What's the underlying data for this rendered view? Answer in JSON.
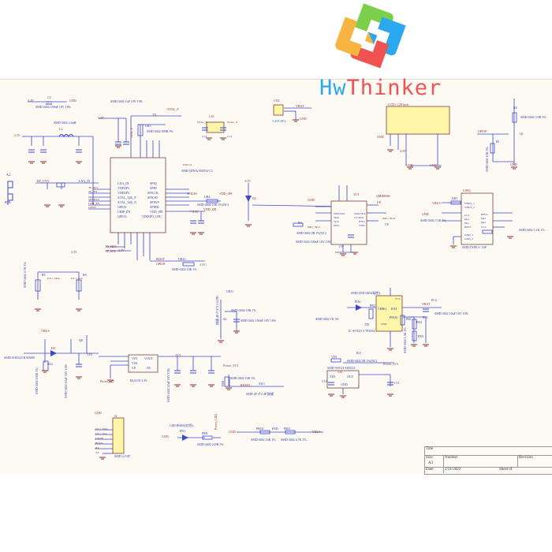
{
  "brand": {
    "part1": "Hw",
    "part2": "Thinker",
    "logo_colors": [
      "#7ccf4a",
      "#2aa8f0",
      "#f05252",
      "#f7b440"
    ]
  },
  "colors": {
    "wire": "#3a48d0",
    "label": "#8c2a2a",
    "part_fill": "#fff6a8",
    "sheet": "#fdfaf4"
  },
  "title_block": {
    "title_label": "Title",
    "size_label": "Size",
    "size_value": "A3",
    "number_label": "Number",
    "revision_label": "Revision",
    "date_label": "Date",
    "date_value": "2/21/2023",
    "sheet_label": "Sheet   of"
  },
  "labels": {
    "c2": "C2",
    "c2_val": "SMD 0402 100nF 10V 10%",
    "v33_a": "3.3V",
    "gnd_a": "GND",
    "l2": "L2",
    "l2_val": "SMD 0402 2.0nH",
    "v33_b": "3.3V",
    "c_top": "SMD 0402 1uF 10V 10%",
    "v33_c": "3.3V",
    "a2": "A2",
    "pcb": "PCB",
    "rf_lna": "RF_LNA",
    "r_lna": "LNA_IN",
    "tp_rst": "TP_RST",
    "tp_int": "TP_INT",
    "spimiso": "SPIMISO",
    "chip_en": "CHIP_EN",
    "gpio3": "GPIO3",
    "xtal_p": "XTAL_P",
    "xtal_n": "XTAL_N",
    "tx": "TX",
    "ur3": "UR3",
    "ur3_val": "SMD 0402 499R 5%",
    "cs1": "CS1",
    "xtal_p2": "XTAL_P",
    "xtal_n2": "XTAL_N",
    "cc1": "CC1",
    "cc2": "CC2",
    "esp_ref": "ESP-U1",
    "esp_part": "SMD QFN32  ESP32-C3",
    "pin_l1": "LNA_IN",
    "pin_l2": "VDD3P3",
    "pin_l3": "VDD3P3",
    "pin_l4": "XTAL_32K_P",
    "pin_l5": "XTAL_32K_N",
    "pin_l6": "GPIO2",
    "pin_l7": "CHIP_EN",
    "pin_l8": "GPIO3",
    "pin_r1": "SPIQ",
    "pin_r2": "SPID",
    "pin_r3": "SPICLK",
    "pin_r4": "SPICS0",
    "pin_r5": "SPIWP",
    "pin_r6": "SPIHD",
    "pin_r7": "VDD_SPI",
    "pin_r8": "VDD3P3_CPU",
    "spics0": "SPICS0",
    "ur4": "UR4",
    "ur4_val": "SMD 0402 10K 1%(NC)",
    "vdd_spi": "VDD_SPI",
    "vdd_spi2": "VDD_SPI",
    "v33_d": "3.3V",
    "tp_sda": "TP_SDA",
    "tp_scl": "TP_SCL",
    "boot": "BOOT",
    "gpio8": "GPIO8",
    "ur10": "UR10",
    "ur10_val": "SMD 0402 10K 1%",
    "v33_e": "3.3V",
    "v33_f": "3.3V",
    "r5": "R5",
    "r6": "R6",
    "i2c_sda": "I2C1_SDA",
    "i2c_scl": "I2C1_SCL",
    "r56_val": "SMD 0402 4.7K 1%",
    "v33_g": "3.3V",
    "d2": "D2",
    "v33_h": "3.3V",
    "cn2": "CN2",
    "vbat": "VBAT",
    "cn2_val": "1.25T 2P L",
    "gnd_cn2": "GND",
    "lcd": "LCD1  1.28 inch",
    "gnd_lcd": "GND",
    "v3v": "3.3V",
    "gnd_lcd2": "GND",
    "gnd_lcd3": "GND",
    "r8": "R8",
    "r8_val": "SMD 0402 3.9R 5%",
    "gpio0": "GPIO0",
    "r1": "R1",
    "r1_val": "SMD 0402 10K 5%",
    "q1": "Q1",
    "gnd_q": "GND",
    "qmi": "QMI8658C",
    "u8": "U8",
    "qmi_l1": "SDO/SA0",
    "qmi_l2": "SDX",
    "qmi_l3": "SCX",
    "qmi_l4": "INT1",
    "qmi_r1": "SDO-SEX",
    "qmi_r2": "CS-SEX",
    "qmi_r3": "INT2",
    "qmi_r4": "VDD",
    "imu_int1": "IMU_INT1",
    "imu_int2": "IMU_INT2",
    "r4": "R4",
    "r4_val": "SMD 0402 0R 1%(NC)",
    "c9_val": "SMD 0402 100nF 16V 10%",
    "c9": "C9",
    "c8": "C8",
    "gnd_qmi": "GND",
    "v3v1": "3V3",
    "usb2": "USB2",
    "vbus": "VBUS",
    "usb_l1": "VBUS_1",
    "usb_l2": "VBUS_2",
    "usb_l3": "CC1",
    "usb_l4": "Dp1",
    "usb_l5": "Dn1",
    "usb_l6": "RFU1",
    "usb_l7": "GND_1",
    "usb_l8": "GND_2",
    "usb_r1": "RFU2",
    "usb_r2": "Dn2",
    "usb_r3": "Dp2",
    "usb_r4": "CC2",
    "usb_part": "SMD TYPE-C 16P",
    "ur1": "UR1",
    "ur1_val": "SMD 0402 5.1K 1%",
    "ur2_val": "SMD 0402 5.1K 1%",
    "gnd_usb": "GND",
    "vbus2": "VBUS",
    "q8": "Q8",
    "d6": "D6",
    "d6_val": "SMD SOD323 BAT60B",
    "r12": "R12",
    "r12_val": "SMD 0402 100K 1%",
    "vin": "VIN",
    "c5_val": "SMD 0402 10uF 10V 10%",
    "bl9110": "BL9110 3.3V",
    "reg_vin": "VIN",
    "reg_vss": "VSS",
    "reg_ce": "CE",
    "reg_vout": "VOUT",
    "reg_nc": "NC",
    "power_en": "Power_EN",
    "v3v_b": "3V3",
    "caps_val": "SMD 0402 22uF 10V 10%",
    "j2": "J2",
    "j2_part": "SMD 2.0 8P",
    "j2_1": "I2C1_SDA",
    "j2_2": "I2C1_SCL",
    "j2_3": "GPIO8",
    "j2_4": "BOOT",
    "j2_5": "RX",
    "j2_6": "TX",
    "gnd_j2": "GND",
    "pd1": "LED R0603(红色)",
    "pd1_ref": "PD1",
    "pr9": "PR9",
    "pr9_val": "SMD 0402 220R 5%",
    "power_led": "Power_LED",
    "gnd_led": "GND",
    "sw1": "SW1",
    "sw1_val": "SMD 2P 4*2.4P 按键",
    "reset": "RESET",
    "pr8": "PR8",
    "pr8_val": "SMD 0402 10K 5%",
    "power_3v3": "Power_3V3",
    "c7_val": "SMD 0402 100nF 16V 10%",
    "s2": "S2",
    "s2_val": "按键 4P 2*4*2.5 GND",
    "ur11": "UR11",
    "ur11_val": "SMD 0402 10K 1%",
    "pd4": "PD4",
    "pd4_val": "SMD LED 0603(绿色)",
    "pr2": "PR2",
    "pr2_val": "SMD 0402 1K 5%",
    "tp4054": "IC SOT23-5 TP4054",
    "tp_ref": "TP1",
    "tp_chrg": "CHRG",
    "tp_bat": "BAT",
    "tp_prog": "PROG",
    "tp_vcc": "VCC",
    "tp_gnd": "GND",
    "vbat2": "VBAT",
    "pc2": "PC2",
    "pc1": "PC1",
    "pc_val": "SMD 0402 10uF 10V 10%",
    "pr1": "PR1",
    "pr4": "PR4",
    "pr3": "PR3",
    "pr_val": "SMD 0402 1.5K 1%",
    "r11": "R11",
    "r11_val": "SMD 0402 0R 1%(NC)",
    "vin2": "VIN",
    "se33": "SMD SOT23  SE8533",
    "se_vin": "VIN",
    "se_out": "OUT",
    "se_gnd": "GND",
    "c10": "C10",
    "c11": "C11",
    "power_3v3b": "Power_3V3",
    "vin3": "VIN",
    "pr10": "PR10",
    "pr11": "PR11",
    "pr10_val": "SMD 0402 10K 1%",
    "pr11_val": "SMD 0402 4.7K 1%",
    "pvbus": "VBUS",
    "pgnd": "GND",
    "padc": "PAD"
  }
}
